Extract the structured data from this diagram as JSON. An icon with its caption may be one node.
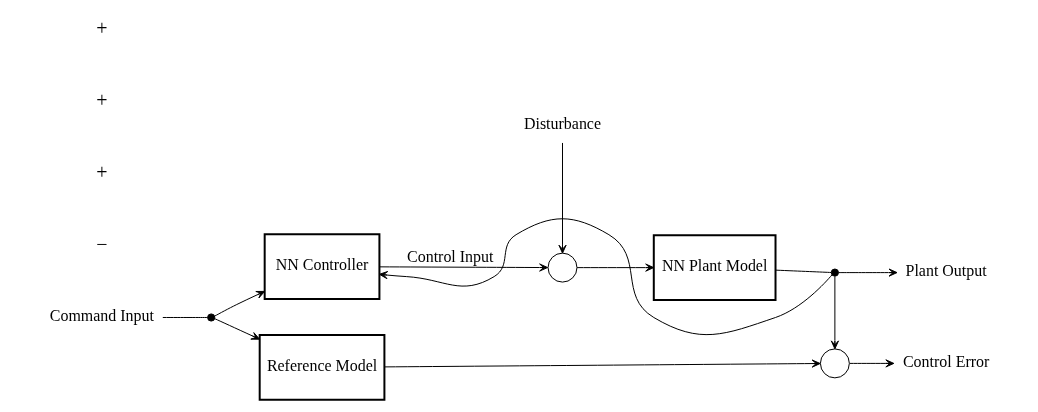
{
  "diagram": {
    "nodes": [
      {
        "text": [
          "Command Input"
        ]
      },
      {
        "text": [],
        "shape": "dot"
      },
      {
        "text": [
          "Reference Model"
        ]
      },
      {
        "text": [
          "NN Controller"
        ]
      },
      {
        "text": [
          "Disturbance"
        ]
      },
      {
        "text": [],
        "shape": "circle"
      },
      {
        "text": [
          "NN Plant Model"
        ]
      },
      {
        "text": [],
        "shape": "dot"
      },
      {
        "text": [
          "Plant Output"
        ]
      },
      {
        "text": [],
        "shape": "circle"
      },
      {
        "text": [
          "Control Error"
        ]
      }
    ],
    "edges": [
      {
        "from": 0,
        "to": 1,
        "arrow": "none"
      },
      {
        "from": 1,
        "to": 2,
        "arrow": "to"
      },
      {
        "from": 1,
        "to": 3,
        "arrow": "to"
      },
      {
        "from": 2,
        "to": 9,
        "arrow": "to"
      },
      {
        "from": 3,
        "to": 5,
        "arrow": "to",
        "label": "Control Input"
      },
      {
        "from": 4,
        "to": 5,
        "arrow": "to"
      },
      {
        "from": 5,
        "to": 6,
        "arrow": "to"
      },
      {
        "from": 6,
        "to": 7,
        "arrow": "none"
      },
      {
        "from": 7,
        "to": 8,
        "arrow": "to"
      },
      {
        "from": 7,
        "to": 9,
        "arrow": "to"
      },
      {
        "from": 7,
        "to": 3,
        "arrow": "to"
      },
      {
        "from": 9,
        "to": 10,
        "arrow": "to"
      }
    ],
    "labels": [
      "−",
      "+",
      "+",
      "+"
    ]
  }
}
